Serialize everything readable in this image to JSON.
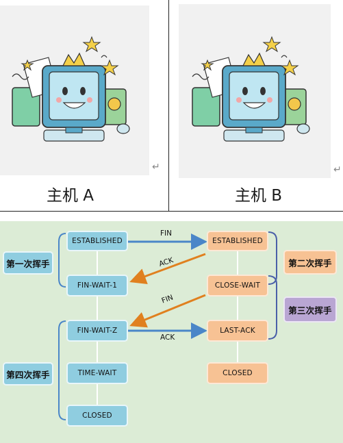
{
  "hosts": {
    "a_label": "主机 A",
    "b_label": "主机 B",
    "return_mark": "↵"
  },
  "diagram": {
    "client_states": [
      "ESTABLISHED",
      "FIN-WAIT-1",
      "FIN-WAIT-Z",
      "TIME-WAIT",
      "CLOSED"
    ],
    "server_states": [
      "ESTABLISHED",
      "CLOSE-WAIT",
      "LAST-ACK",
      "CLOSED"
    ],
    "messages": [
      "FIN",
      "ACK",
      "FIN",
      "ACK"
    ],
    "steps": {
      "first": "第一次挥手",
      "second": "第二次挥手",
      "third": "第三次挥手",
      "fourth": "第四次挥手"
    },
    "colors": {
      "client_box": "#8fcde0",
      "server_box": "#f7c294",
      "third_step_box": "#b9a6d3",
      "fin_arrow": "#4a86c8",
      "ack_arrow": "#e0801f",
      "background": "#dcecd6"
    }
  }
}
